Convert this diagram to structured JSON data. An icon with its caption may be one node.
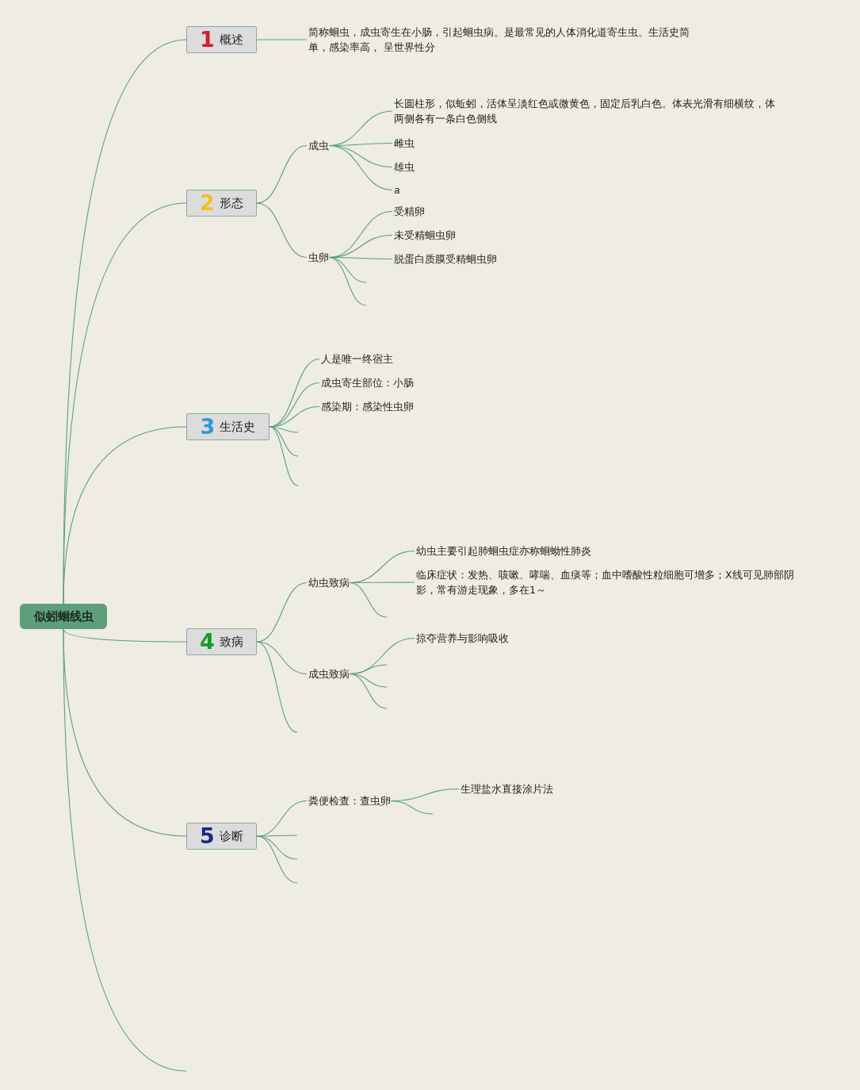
{
  "diagram": {
    "nodes": [
      {
        "text": [
          "似蚓蛔线虫"
        ]
      },
      {
        "text": [
          "1",
          "概述"
        ]
      },
      {
        "text": [
          "简称蛔虫，成虫寄生在小肠，引起蛔虫病。是最常见的人体消化道寄生虫。生活史简单，感染率高， 呈世界性分"
        ]
      },
      {
        "text": [
          "2",
          "形态"
        ]
      },
      {
        "text": [
          "成虫"
        ]
      },
      {
        "text": [
          "长圆柱形，似蚯蚓，活体呈淡红色或微黄色，固定后乳白色。体表光滑有细横纹，体两侧各有一条白色侧线"
        ]
      },
      {
        "text": [
          "雌虫"
        ]
      },
      {
        "text": [
          "雄虫"
        ]
      },
      {
        "text": [
          "a"
        ]
      },
      {
        "text": [
          "虫卵"
        ]
      },
      {
        "text": [
          "受精卵"
        ]
      },
      {
        "text": [
          "未受精蛔虫卵"
        ]
      },
      {
        "text": [
          "脱蛋白质膜受精蛔虫卵"
        ]
      },
      {
        "text": [
          "3",
          "生活史"
        ]
      },
      {
        "text": [
          "人是唯一终宿主"
        ]
      },
      {
        "text": [
          "成虫寄生部位：小肠"
        ]
      },
      {
        "text": [
          "感染期：感染性虫卵"
        ]
      },
      {
        "text": [
          "4",
          "致病"
        ]
      },
      {
        "text": [
          "幼虫致病"
        ]
      },
      {
        "text": [
          "幼虫主要引起肺蛔虫症亦称蛔蚴性肺炎"
        ]
      },
      {
        "text": [
          "临床症状：发热、咳嗽、哮喘、血痰等；血中嗜酸性粒细胞可增多；X线可见肺部阴影，常有游走现象，多在1～"
        ]
      },
      {
        "text": [
          "成虫致病"
        ]
      },
      {
        "text": [
          "掠夺营养与影响吸收"
        ]
      },
      {
        "text": [
          "5",
          "诊断"
        ]
      },
      {
        "text": [
          "粪便检查：查虫卵"
        ]
      },
      {
        "text": [
          "生理盐水直接涂片法"
        ]
      }
    ],
    "edges": [
      {
        "from": 0,
        "to": 1,
        "arrow": "none"
      },
      {
        "from": 1,
        "to": 2,
        "arrow": "none"
      },
      {
        "from": 0,
        "to": 3,
        "arrow": "none"
      },
      {
        "from": 3,
        "to": 4,
        "arrow": "none"
      },
      {
        "from": 4,
        "to": 5,
        "arrow": "none"
      },
      {
        "from": 4,
        "to": 6,
        "arrow": "none"
      },
      {
        "from": 4,
        "to": 7,
        "arrow": "none"
      },
      {
        "from": 4,
        "to": 8,
        "arrow": "none"
      },
      {
        "from": 3,
        "to": 9,
        "arrow": "none"
      },
      {
        "from": 9,
        "to": 10,
        "arrow": "none"
      },
      {
        "from": 9,
        "to": 11,
        "arrow": "none"
      },
      {
        "from": 9,
        "to": 12,
        "arrow": "none"
      },
      {
        "from": 9,
        "to": null,
        "arrow": "none"
      },
      {
        "from": 9,
        "to": null,
        "arrow": "none"
      },
      {
        "from": 0,
        "to": 13,
        "arrow": "none"
      },
      {
        "from": 13,
        "to": 14,
        "arrow": "none"
      },
      {
        "from": 13,
        "to": 15,
        "arrow": "none"
      },
      {
        "from": 13,
        "to": 16,
        "arrow": "none"
      },
      {
        "from": 13,
        "to": null,
        "arrow": "none"
      },
      {
        "from": 13,
        "to": null,
        "arrow": "none"
      },
      {
        "from": 13,
        "to": null,
        "arrow": "none"
      },
      {
        "from": 0,
        "to": 17,
        "arrow": "none"
      },
      {
        "from": 17,
        "to": 18,
        "arrow": "none"
      },
      {
        "from": 18,
        "to": 19,
        "arrow": "none"
      },
      {
        "from": 18,
        "to": 20,
        "arrow": "none"
      },
      {
        "from": 18,
        "to": null,
        "arrow": "none"
      },
      {
        "from": 17,
        "to": 21,
        "arrow": "none"
      },
      {
        "from": 21,
        "to": 22,
        "arrow": "none"
      },
      {
        "from": 21,
        "to": null,
        "arrow": "none"
      },
      {
        "from": 21,
        "to": null,
        "arrow": "none"
      },
      {
        "from": 21,
        "to": null,
        "arrow": "none"
      },
      {
        "from": 17,
        "to": null,
        "arrow": "none"
      },
      {
        "from": 0,
        "to": 23,
        "arrow": "none"
      },
      {
        "from": 23,
        "to": 24,
        "arrow": "none"
      },
      {
        "from": 24,
        "to": 25,
        "arrow": "none"
      },
      {
        "from": 24,
        "to": null,
        "arrow": "none"
      },
      {
        "from": 23,
        "to": null,
        "arrow": "none"
      },
      {
        "from": 23,
        "to": null,
        "arrow": "none"
      },
      {
        "from": 23,
        "to": null,
        "arrow": "none"
      },
      {
        "from": 0,
        "to": null,
        "arrow": "none"
      }
    ]
  }
}
